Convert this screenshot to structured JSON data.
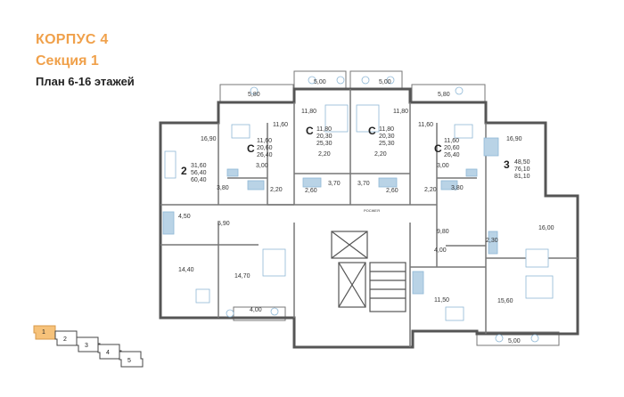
{
  "header": {
    "building": "КОРПУС 4",
    "section": "Секция 1",
    "plan": "План 6-16 этажей"
  },
  "apartments": [
    {
      "id": "apt-2-left",
      "type": "2",
      "areas": [
        "31,60",
        "56,40",
        "60,40"
      ]
    },
    {
      "id": "apt-c-1",
      "type": "С",
      "areas": [
        "11,60",
        "20,60",
        "26,40"
      ]
    },
    {
      "id": "apt-c-2",
      "type": "С",
      "areas": [
        "11,80",
        "20,30",
        "25,30"
      ]
    },
    {
      "id": "apt-c-3",
      "type": "С",
      "areas": [
        "11,80",
        "20,30",
        "25,30"
      ]
    },
    {
      "id": "apt-c-4",
      "type": "С",
      "areas": [
        "11,60",
        "20,60",
        "26,40"
      ]
    },
    {
      "id": "apt-3-right",
      "type": "3",
      "areas": [
        "48,50",
        "76,10",
        "81,10"
      ]
    }
  ],
  "rooms": {
    "r580a": "5,80",
    "r500a": "5,00",
    "r500b": "5,00",
    "r580b": "5,80",
    "r1180a": "11,80",
    "r1180b": "11,80",
    "r1160a": "11,60",
    "r1160b": "11,60",
    "r1690a": "16,90",
    "r1690b": "16,90",
    "r300a": "3,00",
    "r300b": "3,00",
    "r220a": "2,20",
    "r220b": "2,20",
    "r220c": "2,20",
    "r220d": "2,20",
    "r380a": "3,80",
    "r380b": "3,80",
    "r260a": "2,60",
    "r260b": "2,60",
    "r370a": "3,70",
    "r370b": "3,70",
    "r450": "4,50",
    "r590": "5,90",
    "r1440": "14,40",
    "r1470": "14,70",
    "r400a": "4,00",
    "r980": "9,80",
    "r400b": "4,00",
    "r1150": "11,50",
    "r1600": "16,00",
    "r230": "2,30",
    "r1560": "15,60",
    "r500c": "5,00"
  },
  "corridor_label": "РОСЖЕЯ",
  "sections": [
    {
      "label": "1",
      "active": true
    },
    {
      "label": "2",
      "active": false
    },
    {
      "label": "3",
      "active": false
    },
    {
      "label": "4",
      "active": false
    },
    {
      "label": "5",
      "active": false
    }
  ],
  "colors": {
    "accent": "#f0a14b",
    "active_section": "#f6c27a",
    "wall": "#555555",
    "bath": "#8fb8d6",
    "furniture": "#b9d3e6"
  }
}
